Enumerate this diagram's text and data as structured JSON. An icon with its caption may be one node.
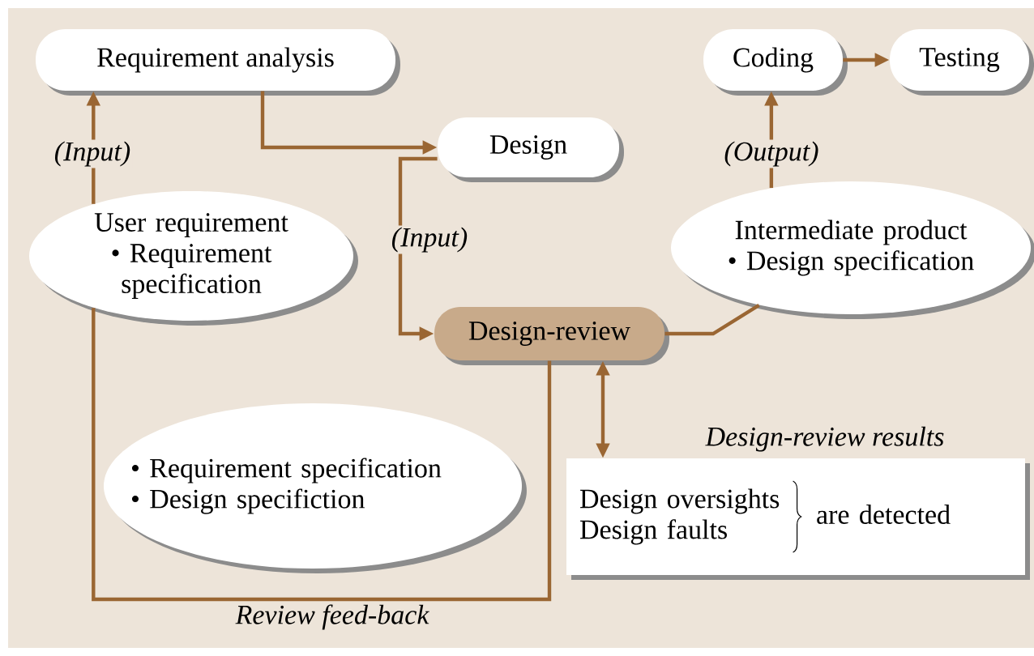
{
  "diagram": {
    "nodes": [
      {
        "text": [
          "Requirement analysis"
        ]
      },
      {
        "text": [
          "Design"
        ]
      },
      {
        "text": [
          "Coding"
        ]
      },
      {
        "text": [
          "Testing"
        ]
      },
      {
        "text": [
          "User requirement",
          "• Requirement specification"
        ]
      },
      {
        "text": [
          "Intermediate product",
          "• Design specification"
        ]
      },
      {
        "text": [
          "Design-review"
        ]
      },
      {
        "text": [
          "• Requirement specification",
          "• Design specifiction"
        ]
      },
      {
        "text": [
          "Design-review results",
          "Design oversights Design faults",
          "are detected"
        ]
      }
    ],
    "edges": [
      {
        "from": 0,
        "to": 1,
        "arrow": "to"
      },
      {
        "from": 4,
        "to": 0,
        "arrow": "to",
        "label": "(Input)"
      },
      {
        "from": 1,
        "to": 6,
        "arrow": "to",
        "label": "(Input)"
      },
      {
        "from": 6,
        "to": 5,
        "arrow": "none"
      },
      {
        "from": 5,
        "to": 2,
        "arrow": "to",
        "label": "(Output)"
      },
      {
        "from": 2,
        "to": 3,
        "arrow": "to"
      },
      {
        "from": 6,
        "to": 4,
        "arrow": "none",
        "label": "Review feed-back"
      },
      {
        "from": 6,
        "to": 8,
        "arrow": "both"
      }
    ]
  }
}
